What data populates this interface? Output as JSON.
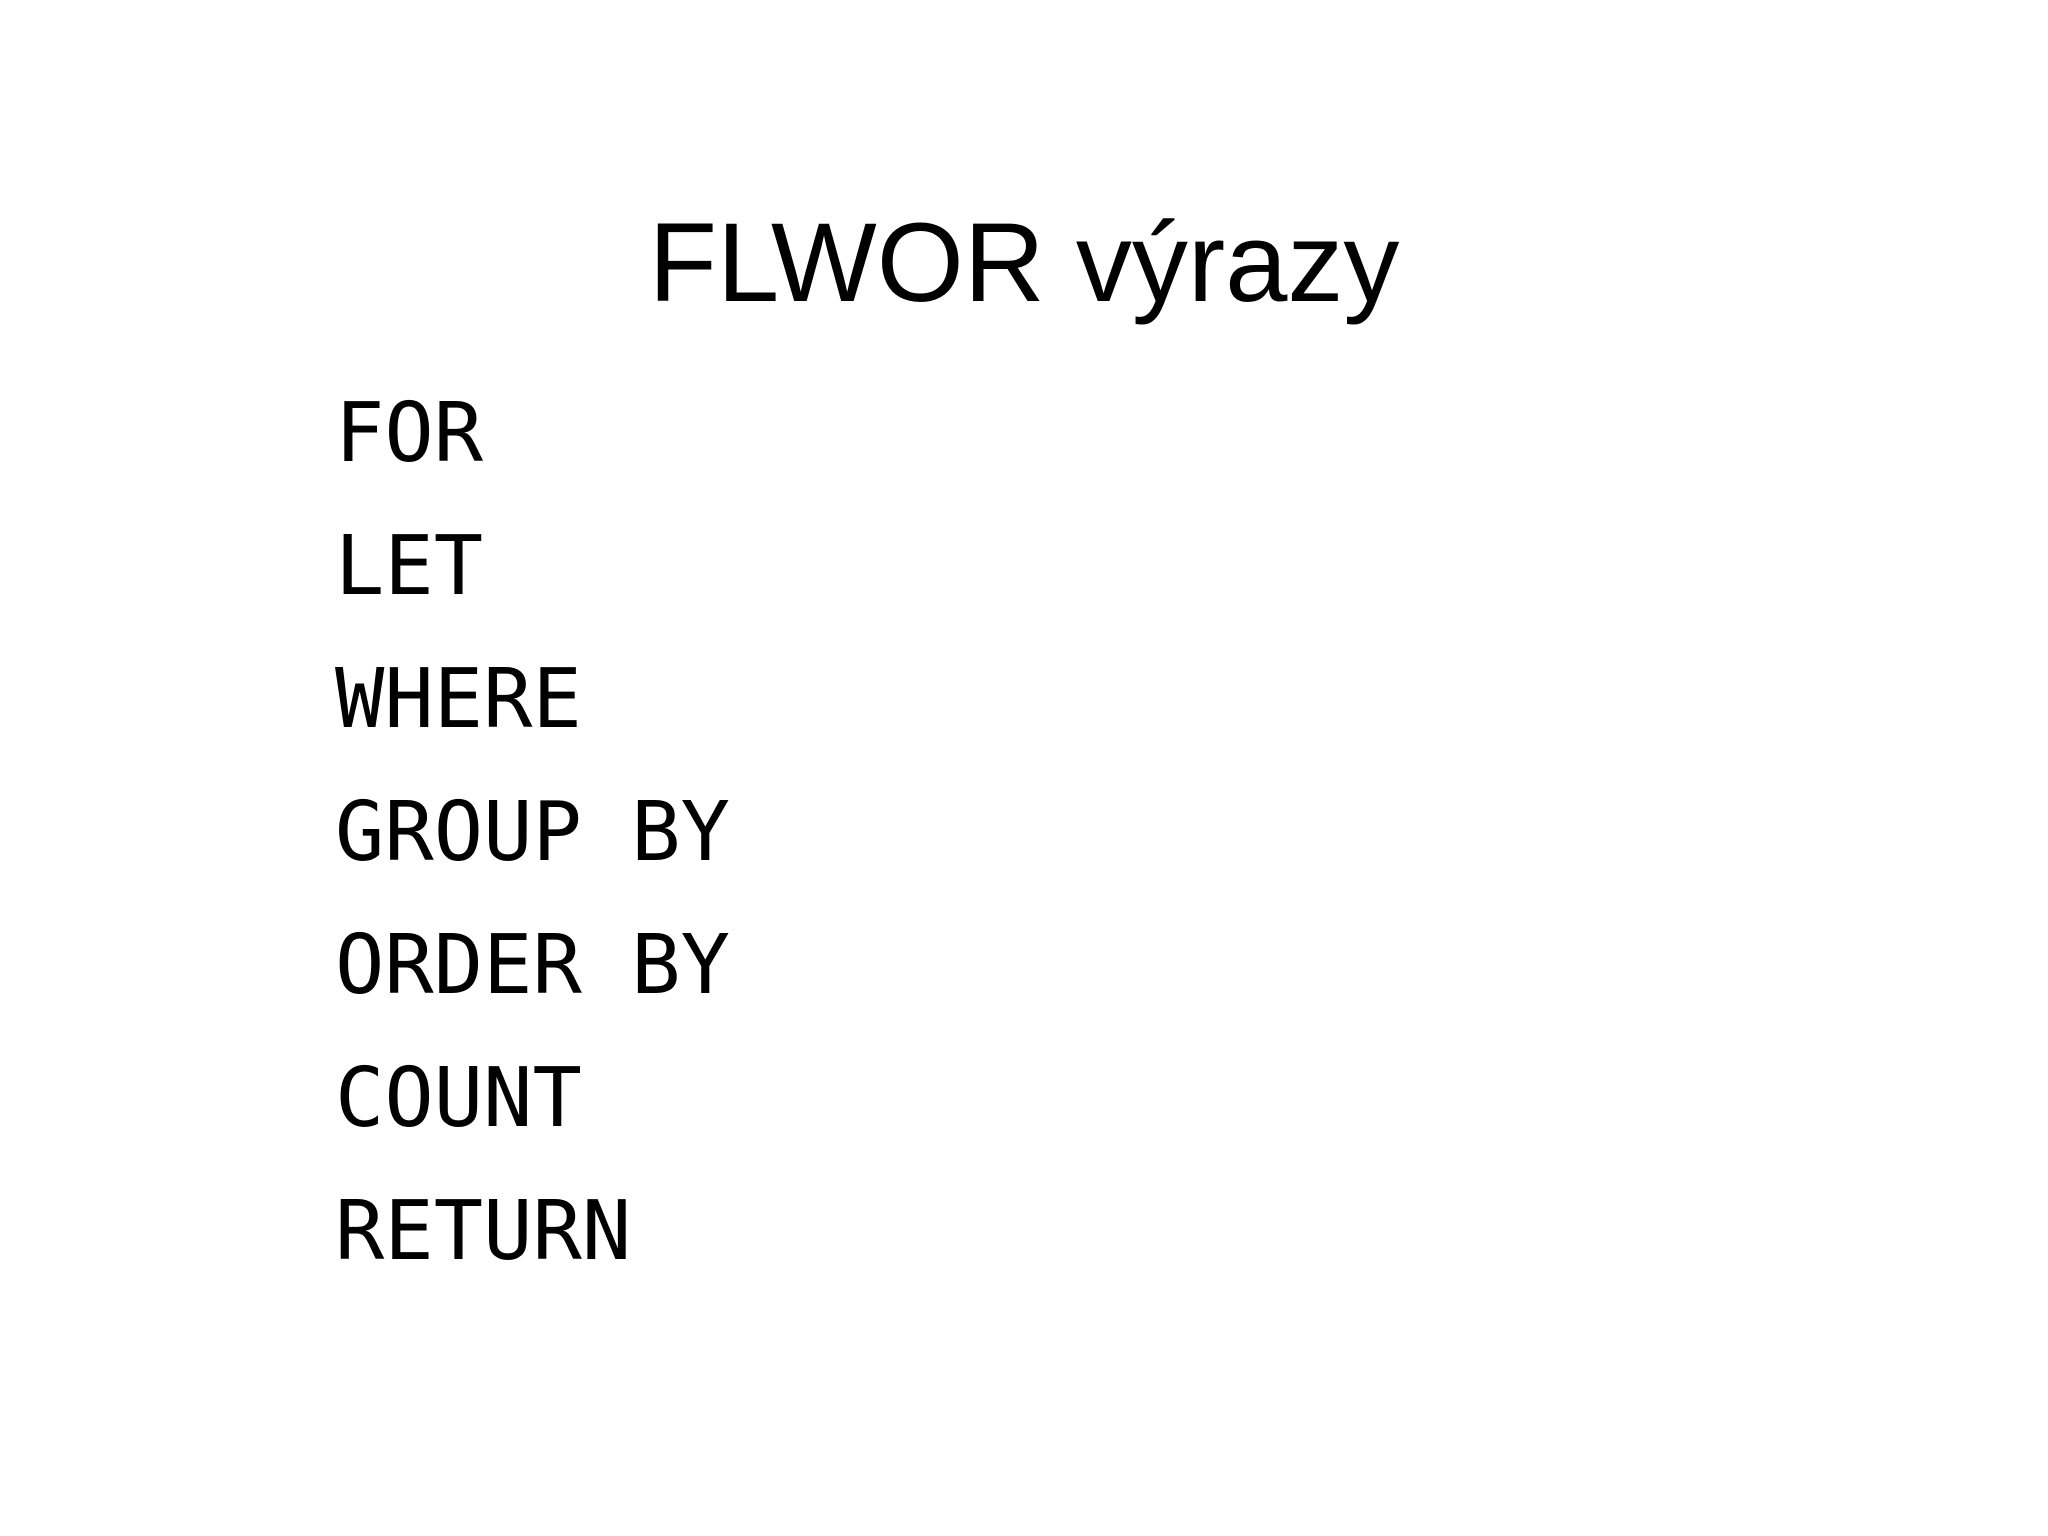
{
  "slide": {
    "title": "FLWOR výrazy",
    "keywords": [
      {
        "label": "FOR"
      },
      {
        "label": "LET"
      },
      {
        "label": "WHERE"
      },
      {
        "label": "GROUP BY"
      },
      {
        "label": "ORDER BY"
      },
      {
        "label": "COUNT"
      },
      {
        "label": "RETURN"
      }
    ]
  },
  "colors": {
    "background": "#ffffff",
    "text": "#000000"
  }
}
